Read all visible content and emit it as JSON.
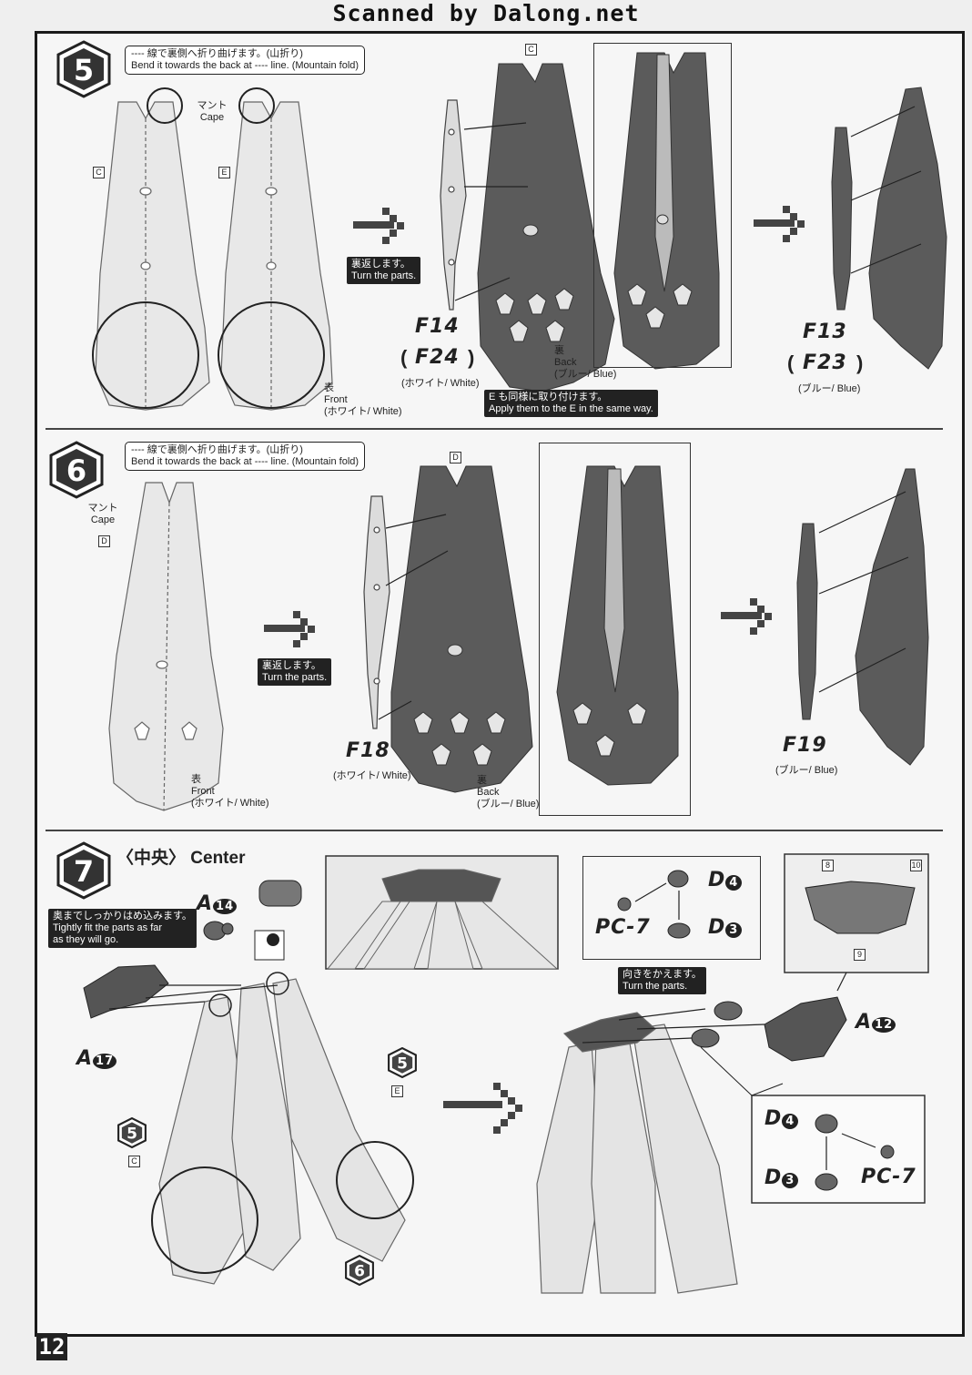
{
  "header": {
    "title": "Scanned by Dalong.net"
  },
  "page_number": "12",
  "step5": {
    "number": "5",
    "note_jp": "---- 線で裏側へ折り曲げます。(山折り)",
    "note_en": "Bend it towards the back at ---- line. (Mountain fold)",
    "cape_jp": "マント",
    "cape_en": "Cape",
    "part_c": "C",
    "part_e": "E",
    "front_jp": "表",
    "front_en": "Front",
    "front_color": "(ホワイト/ White)",
    "turn_jp": "裏返します。",
    "turn_en": "Turn the parts.",
    "f1": "F1",
    "f1_num": "4",
    "f2": "F2",
    "f2_num": "4",
    "code_color1": "(ホワイト/ White)",
    "back_jp": "裏",
    "back_en": "Back",
    "back_color": "(ブルー/ Blue)",
    "apply_jp": "も同様に取り付けます。",
    "apply_pre": "Apply them to the",
    "apply_post": "in the same way.",
    "apply_part": "E",
    "f1b": "F1",
    "f1b_num": "3",
    "f2b": "F2",
    "f2b_num": "3",
    "code_color2": "(ブルー/ Blue)"
  },
  "step6": {
    "number": "6",
    "note_jp": "---- 線で裏側へ折り曲げます。(山折り)",
    "note_en": "Bend it towards the back at ---- line. (Mountain fold)",
    "cape_jp": "マント",
    "cape_en": "Cape",
    "part_d": "D",
    "front_jp": "表",
    "front_en": "Front",
    "front_color": "(ホワイト/ White)",
    "turn_jp": "裏返します。",
    "turn_en": "Turn the parts.",
    "f1": "F1",
    "f1_num": "8",
    "code_color1": "(ホワイト/ White)",
    "back_jp": "裏",
    "back_en": "Back",
    "back_color": "(ブルー/ Blue)",
    "f1b": "F1",
    "f1b_num": "9",
    "code_color2": "(ブルー/ Blue)"
  },
  "step7": {
    "number": "7",
    "title": "〈中央〉 Center",
    "a14": "A",
    "a14_num": "14",
    "a17": "A",
    "a17_num": "17",
    "a12": "A",
    "a12_num": "12",
    "tight_jp": "奥までしっかりはめ込みます。",
    "tight_en1": "Tightly fit the parts as far",
    "tight_en2": "as they will go.",
    "turn_jp": "向きをかえます。",
    "turn_en": "Turn the parts.",
    "d4": "D",
    "d4_num": "4",
    "d3": "D",
    "d3_num": "3",
    "pc7": "PC-7",
    "ref5a": "5",
    "ref5a_part": "E",
    "ref5b": "5",
    "ref5b_part": "C",
    "ref6": "6",
    "inset_nums": [
      "8",
      "10",
      "9"
    ]
  }
}
